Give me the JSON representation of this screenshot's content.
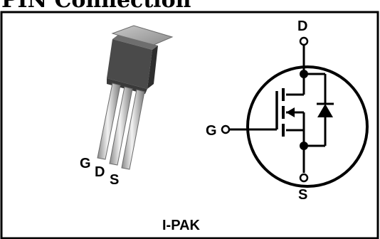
{
  "section_heading": "PIN Connection",
  "package": {
    "pin_labels": [
      "G",
      "D",
      "S"
    ],
    "name": "I-PAK"
  },
  "symbol": {
    "drain_label": "D",
    "gate_label": "G",
    "source_label": "S"
  }
}
